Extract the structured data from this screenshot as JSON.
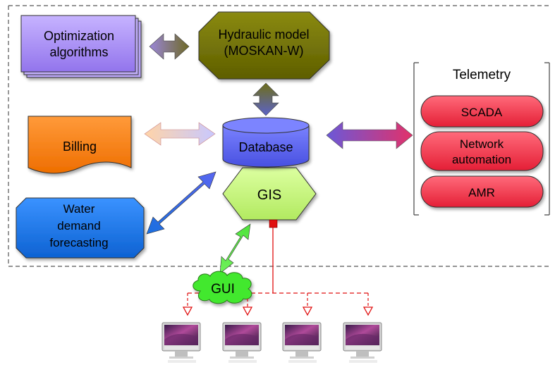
{
  "nodes": {
    "optimization": {
      "line1": "Optimization",
      "line2": "algorithms"
    },
    "hydraulic": {
      "line1": "Hydraulic model",
      "line2": "(MOSKAN-W)"
    },
    "billing": {
      "label": "Billing"
    },
    "database": {
      "label": "Database"
    },
    "gis": {
      "label": "GIS"
    },
    "forecasting": {
      "line1": "Water",
      "line2": "demand",
      "line3": "forecasting"
    },
    "gui": {
      "label": "GUI"
    }
  },
  "telemetry": {
    "title": "Telemetry",
    "items": [
      {
        "line1": "SCADA",
        "line2": ""
      },
      {
        "line1": "Network",
        "line2": "automation"
      },
      {
        "line1": "AMR",
        "line2": ""
      }
    ]
  },
  "terminals": {
    "count": 4,
    "icon": "computer-monitor-icon"
  },
  "colors": {
    "optimization": "#a98ff0",
    "hydraulic": "#707000",
    "billing": "#f47a10",
    "database": "#5a63ee",
    "gis": "#c6f57a",
    "forecasting": "#1e78e6",
    "telemetry_item": "#f23d52",
    "gui": "#46e832",
    "network_line": "#e01010"
  }
}
